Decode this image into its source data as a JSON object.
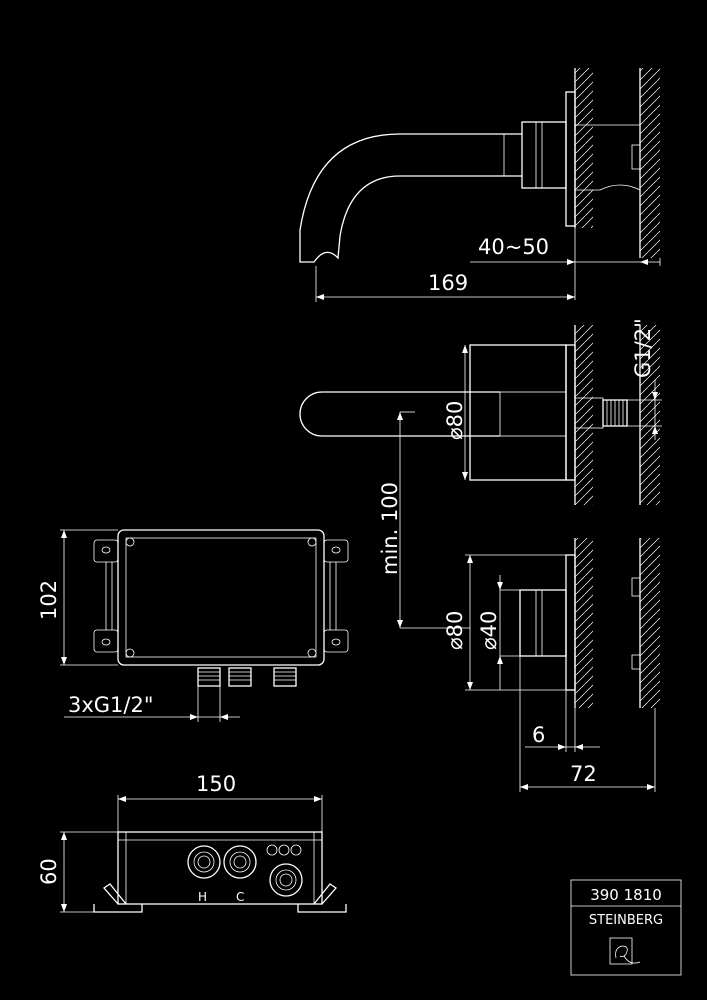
{
  "dimensions": {
    "wall_range": "40~50",
    "spout_length": "169",
    "thread_outlet": "G1/2\"",
    "diameter_80_top": "80",
    "min_distance": "min. 100",
    "diameter_80_bottom": "80",
    "diameter_40": "40",
    "plate_thickness": "6",
    "depth_72": "72",
    "box_height": "102",
    "box_connections": "3xG1/2\"",
    "box_width": "150",
    "box_depth": "60"
  },
  "labels": {
    "hot": "H",
    "cold": "C"
  },
  "diameter_symbol": "⌀",
  "title_block": {
    "article_number": "390 1810",
    "brand": "STEINBERG"
  },
  "colors": {
    "background": "#000000",
    "line": "#ffffff"
  }
}
